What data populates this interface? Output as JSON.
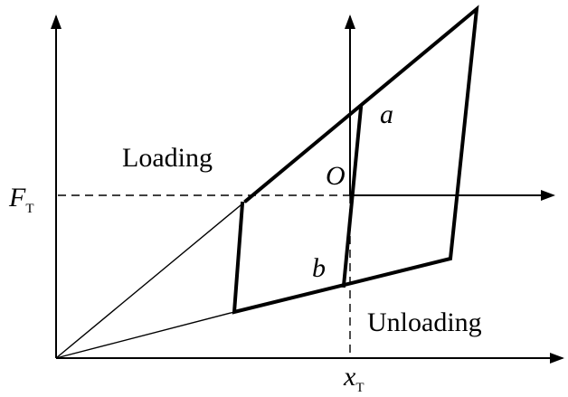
{
  "labels": {
    "loading": "Loading",
    "unloading": "Unloading",
    "origin": "O",
    "point_a": "a",
    "point_b": "b",
    "force_symbol": "F",
    "force_subscript": "T",
    "disp_symbol": "x",
    "disp_subscript": "T"
  },
  "colors": {
    "ink": "#000000",
    "background": "#ffffff"
  }
}
